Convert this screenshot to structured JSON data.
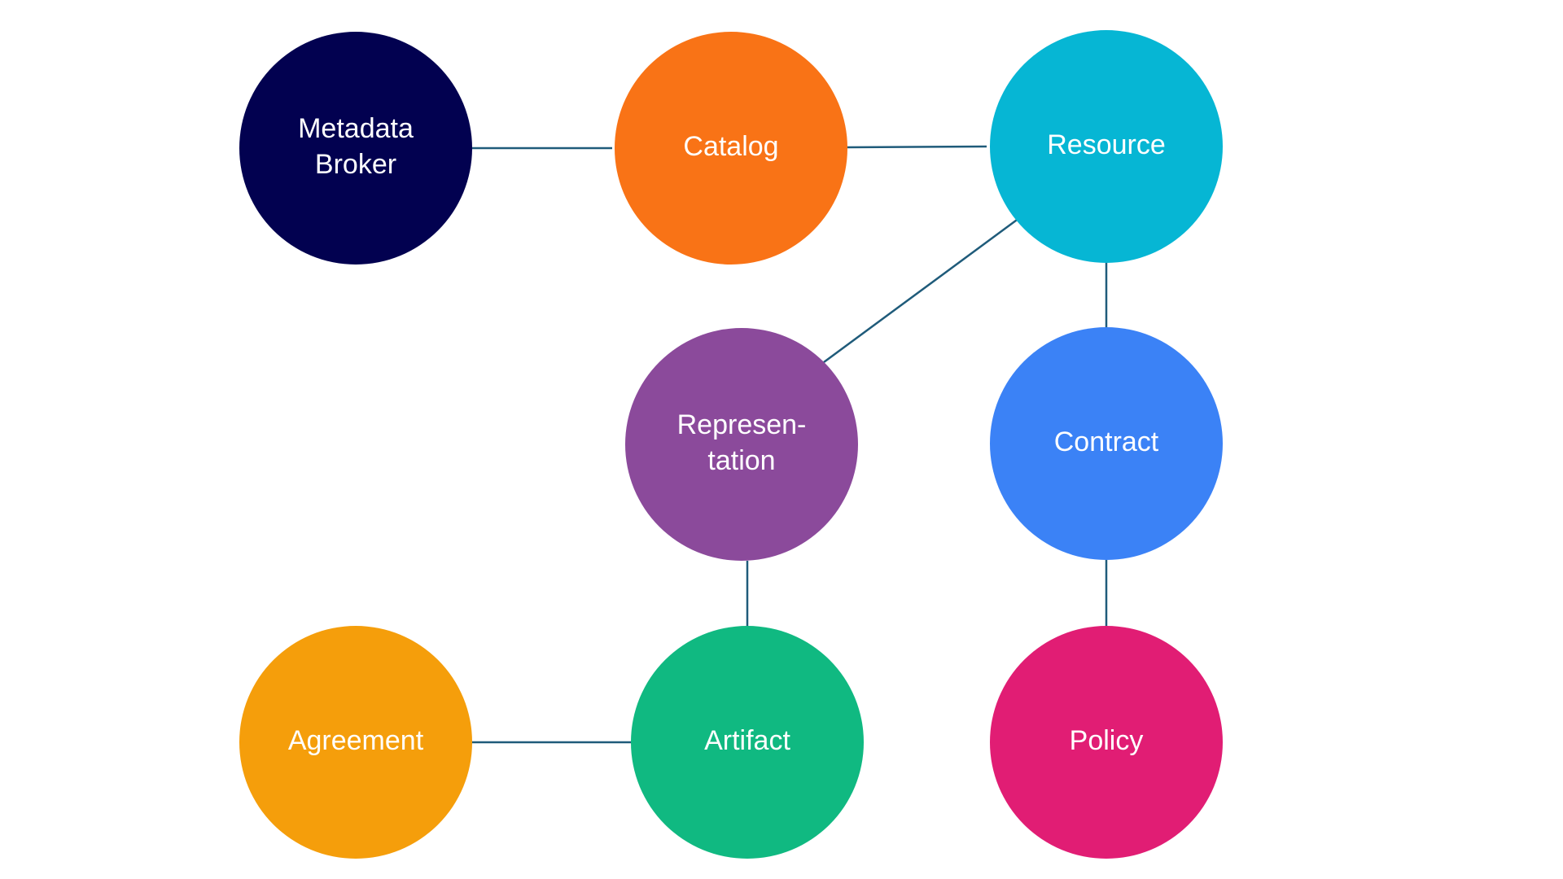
{
  "diagram": {
    "nodes": {
      "metadata_broker": {
        "lines": [
          "Metadata",
          "Broker"
        ],
        "color": "#020150"
      },
      "catalog": {
        "lines": [
          "Catalog"
        ],
        "color": "#f97316"
      },
      "resource": {
        "lines": [
          "Resource"
        ],
        "color": "#06b6d4"
      },
      "representation": {
        "lines": [
          "Represen-",
          "tation"
        ],
        "color": "#8b4a9b"
      },
      "contract": {
        "lines": [
          "Contract"
        ],
        "color": "#3b82f6"
      },
      "agreement": {
        "lines": [
          "Agreement"
        ],
        "color": "#f59e0b"
      },
      "artifact": {
        "lines": [
          "Artifact"
        ],
        "color": "#10b981"
      },
      "policy": {
        "lines": [
          "Policy"
        ],
        "color": "#e11d74"
      }
    },
    "edges": [
      {
        "from": "metadata_broker",
        "to": "catalog"
      },
      {
        "from": "catalog",
        "to": "resource"
      },
      {
        "from": "resource",
        "to": "representation"
      },
      {
        "from": "resource",
        "to": "contract"
      },
      {
        "from": "representation",
        "to": "artifact"
      },
      {
        "from": "contract",
        "to": "policy"
      },
      {
        "from": "agreement",
        "to": "artifact"
      }
    ],
    "edge_color": "#1f5b7a"
  }
}
